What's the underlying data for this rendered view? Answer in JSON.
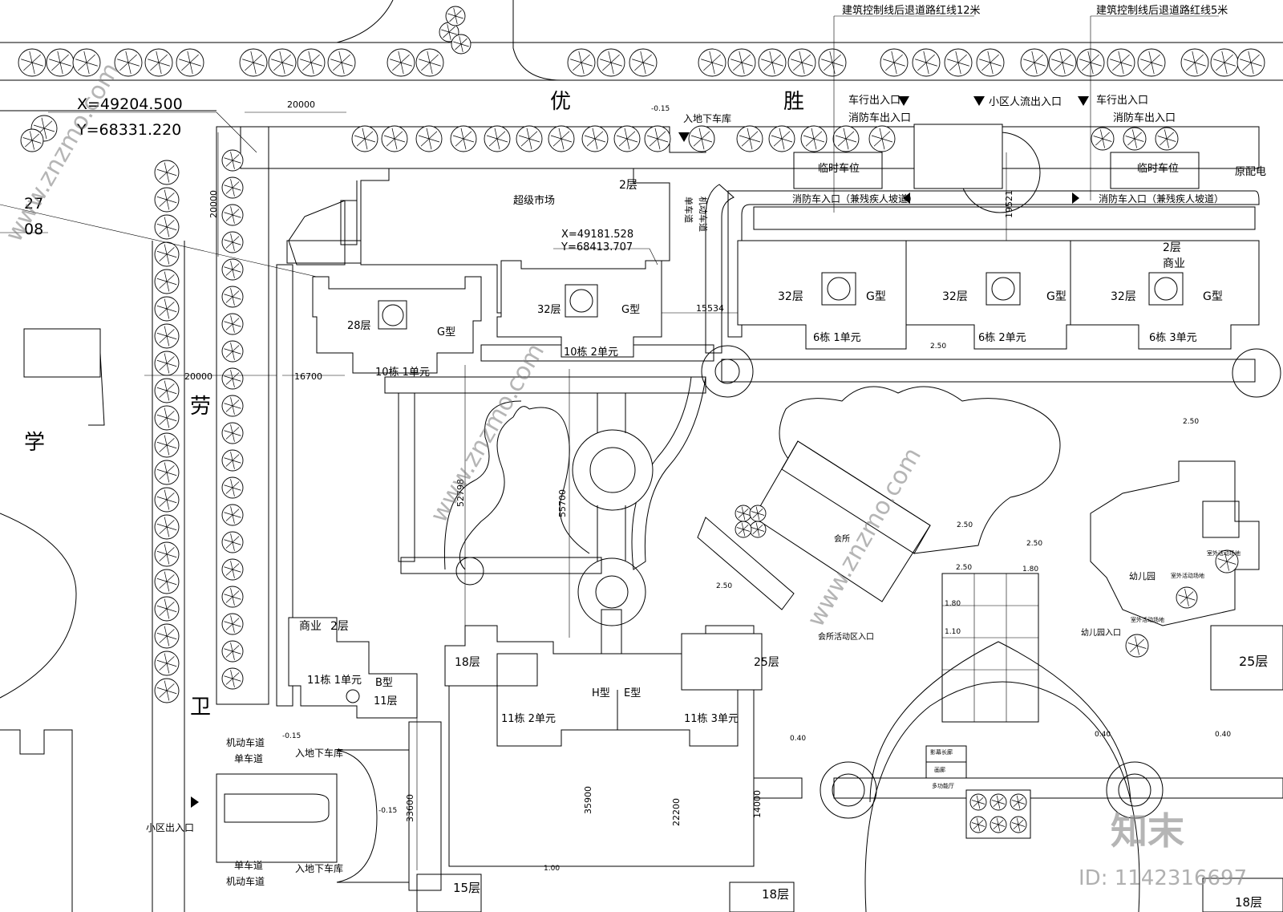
{
  "roads": {
    "top_1": "优",
    "top_2": "胜",
    "left_1": "劳",
    "left_2": "卫",
    "left_edge": "学"
  },
  "setbacks": {
    "setback_12": "建筑控制线后退道路红线12米",
    "setback_5": "建筑控制线后退道路红线5米"
  },
  "coords": {
    "c1_x": "X=49204.500",
    "c1_y": "Y=68331.220",
    "c2_x": "X=49181.528",
    "c2_y": "Y=68413.707",
    "edge_a": "27",
    "edge_b": "08"
  },
  "dims": {
    "d20000_top": "20000",
    "d20000_side": "20000",
    "d20000_left": "20000",
    "d16700": "16700",
    "d15534": "15534",
    "d19521": "19521",
    "d52798": "52798",
    "d55700": "55700",
    "d33600": "33600",
    "d35900": "35900",
    "d22200": "22200",
    "d14000": "14000"
  },
  "entrances": {
    "car_exit_1": "车行出入口",
    "fire_1": "消防车出入口",
    "pedestrian": "小区人流出入口",
    "car_exit_2": "车行出入口",
    "fire_2": "消防车出入口",
    "underground_top": "入地下车库",
    "temp_parking_1": "临时车位",
    "temp_parking_2": "临时车位",
    "fire_ramp_1": "消防车入口（兼残疾人坡道）",
    "fire_ramp_2": "消防车入口（兼残疾人坡道）",
    "power_room": "原配电",
    "community_exit": "小区出入口",
    "underground_1": "入地下车库",
    "underground_2": "入地下车库",
    "motor_lane_1": "机动车道",
    "single_lane_1": "单车道",
    "single_lane_2": "单车道",
    "motor_lane_2": "机动车道",
    "single_vertical": "单车道",
    "motor_vertical": "机动车道"
  },
  "buildings": {
    "b2f_top": "2层",
    "supermarket": "超级市场",
    "b28": "28层",
    "g1": "G型",
    "u10_1": "10栋  1单元",
    "b32_a": "32层",
    "g2": "G型",
    "u10_2": "10栋  2单元",
    "b32_b": "32层",
    "g3": "G型",
    "u6_1": "6栋  1单元",
    "b32_c": "32层",
    "g4": "G型",
    "u6_2": "6栋  2单元",
    "b32_d": "32层",
    "g5": "G型",
    "u6_3": "6栋  3单元",
    "b2f_right": "2层",
    "commerce_right": "商业",
    "commerce_left": "商业",
    "b2f_left": "2层",
    "u11_1": "11栋  1单元",
    "bt": "B型",
    "b11": "11层",
    "b18": "18层",
    "u11_2": "11栋  2单元",
    "ht": "H型",
    "et": "E型",
    "u11_3": "11栋  3单元",
    "b25": "25层",
    "b25_right": "25层",
    "clubhouse": "会所",
    "club_entry": "会所活动区入口",
    "kindergarten": "幼儿园",
    "kg_entry": "幼儿园入口",
    "kg_outdoor_1": "室外活动场地",
    "kg_outdoor_2": "室外活动场地",
    "kg_outdoor_3": "室外活动场地",
    "b15": "15层",
    "b18_bottom": "18层",
    "b18_bottom_right": "18层",
    "theater_1": "影幕长廊",
    "theater_2": "画廊",
    "theater_3": "多功能厅"
  },
  "elevations": {
    "e1": "-0.15",
    "e2": "2.50",
    "e3": "2.50",
    "e4": "2.50",
    "e5": "2.50",
    "e6": "2.50",
    "e7": "2.50",
    "e8": "1.80",
    "e9": "1.80",
    "e10": "1.10",
    "e11": "-0.15",
    "e12": "-0.15",
    "e13": "0.40",
    "e14": "0.40",
    "e15": "0.40",
    "e16": "1.00"
  },
  "watermark": {
    "site": "www.znzmo.com",
    "brand": "知末",
    "id": "ID: 1142316697"
  }
}
